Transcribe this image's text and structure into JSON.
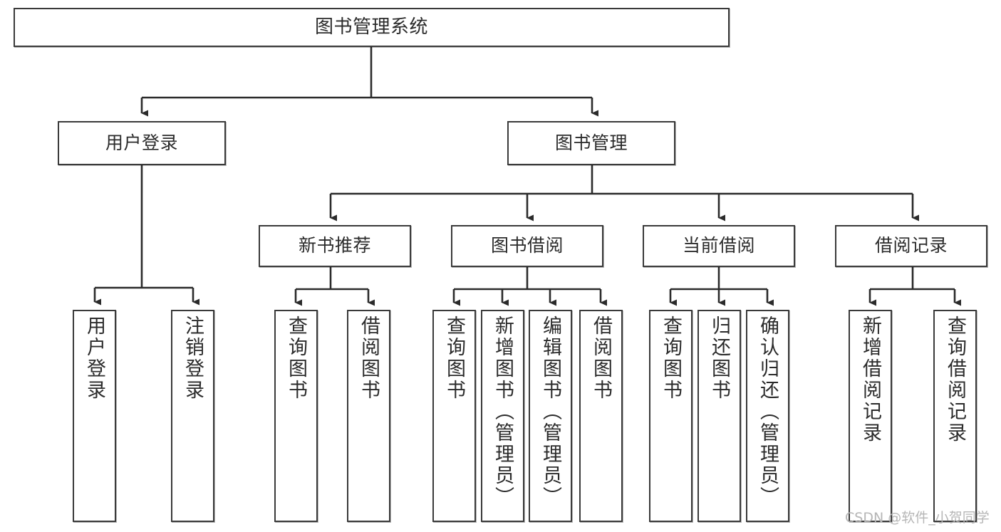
{
  "diagram": {
    "title": "图书管理系统",
    "type": "tree-hierarchy",
    "root": {
      "id": "root",
      "label": "图书管理系统"
    },
    "level2": [
      {
        "id": "user-login",
        "label": "用户登录"
      },
      {
        "id": "book-management",
        "label": "图书管理"
      }
    ],
    "level3": [
      {
        "id": "new-book-recommend",
        "label": "新书推荐",
        "parent": "book-management"
      },
      {
        "id": "book-borrow",
        "label": "图书借阅",
        "parent": "book-management"
      },
      {
        "id": "current-borrow",
        "label": "当前借阅",
        "parent": "book-management"
      },
      {
        "id": "borrow-record",
        "label": "借阅记录",
        "parent": "book-management"
      }
    ],
    "leaves": {
      "user_login": [
        {
          "id": "leaf-user-login",
          "label": "用户登录"
        },
        {
          "id": "leaf-logout",
          "label": "注销登录"
        }
      ],
      "new_book_recommend": [
        {
          "id": "leaf-query-book-1",
          "label": "查询图书"
        },
        {
          "id": "leaf-borrow-book-1",
          "label": "借阅图书"
        }
      ],
      "book_borrow": [
        {
          "id": "leaf-query-book-2",
          "label": "查询图书"
        },
        {
          "id": "leaf-add-book",
          "label": "新增图书（管理员）"
        },
        {
          "id": "leaf-edit-book",
          "label": "编辑图书（管理员）"
        },
        {
          "id": "leaf-borrow-book-2",
          "label": "借阅图书"
        }
      ],
      "current_borrow": [
        {
          "id": "leaf-query-book-3",
          "label": "查询图书"
        },
        {
          "id": "leaf-return-book",
          "label": "归还图书"
        },
        {
          "id": "leaf-confirm-return",
          "label": "确认归还（管理员）"
        }
      ],
      "borrow_record": [
        {
          "id": "leaf-add-record",
          "label": "新增借阅记录"
        },
        {
          "id": "leaf-query-record",
          "label": "查询借阅记录"
        }
      ]
    }
  },
  "watermark": {
    "text": "CSDN @软件_小贺同学"
  },
  "colors": {
    "box_border": "#3a3a3a",
    "box_fill": "#ffffff",
    "connector": "#2b2b2b",
    "text": "#2b2b2b",
    "watermark": "#b6b6b6",
    "background": "#ffffff"
  }
}
